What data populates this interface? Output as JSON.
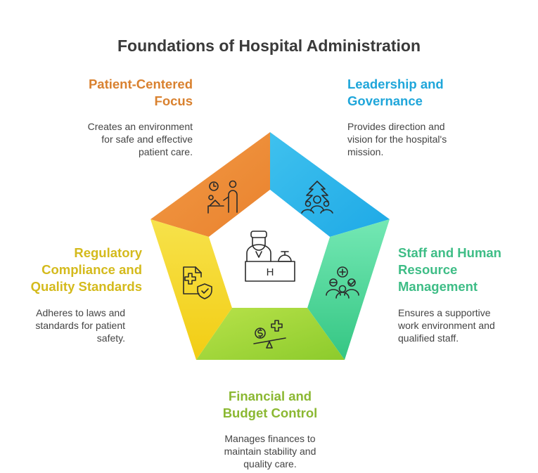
{
  "title": "Foundations of Hospital Administration",
  "segments": [
    {
      "heading_lines": [
        "Patient-Centered",
        "Focus"
      ],
      "description_lines": [
        "Creates an environment",
        "for safe and effective",
        "patient care."
      ],
      "color": "#EE8C3B",
      "text_color": "#D9812F"
    },
    {
      "heading_lines": [
        "Leadership and",
        "Governance"
      ],
      "description_lines": [
        "Provides direction and",
        "vision for the hospital's",
        "mission."
      ],
      "color": "#27B4EC",
      "text_color": "#1FA6DA"
    },
    {
      "heading_lines": [
        "Staff and Human",
        "Resource",
        "Management"
      ],
      "description_lines": [
        "Ensures a supportive",
        "work environment and",
        "qualified staff."
      ],
      "color": "#4DD29A",
      "text_color": "#3EBD86"
    },
    {
      "heading_lines": [
        "Financial and",
        "Budget Control"
      ],
      "description_lines": [
        "Manages finances to",
        "maintain stability and",
        "quality care."
      ],
      "color": "#9ED43A",
      "text_color": "#8BB832"
    },
    {
      "heading_lines": [
        "Regulatory",
        "Compliance and",
        "Quality Standards"
      ],
      "description_lines": [
        "Adheres to laws and",
        "standards for patient",
        "safety."
      ],
      "color": "#F5D52B",
      "text_color": "#D4BA1C"
    }
  ],
  "center_sign": "H"
}
